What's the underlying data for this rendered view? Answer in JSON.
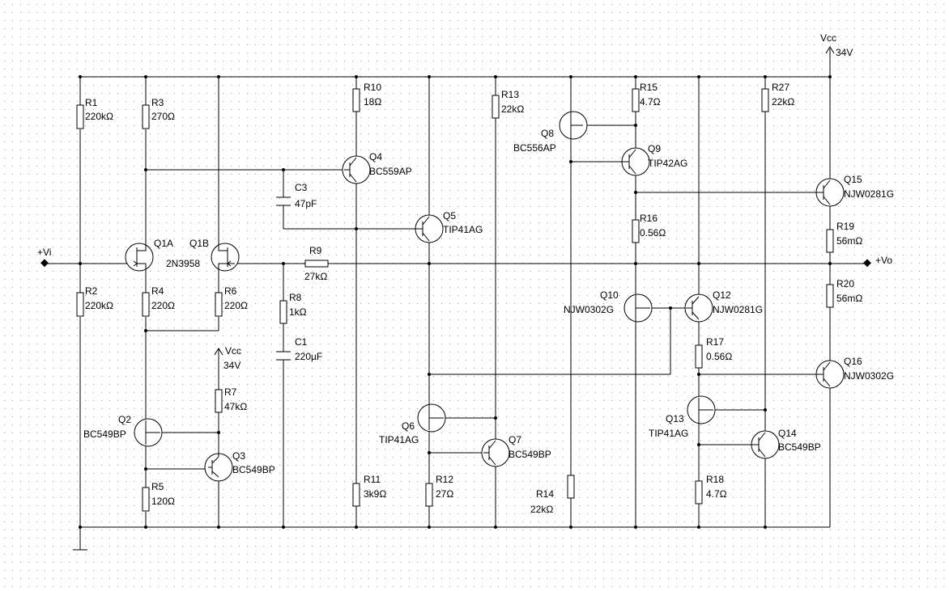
{
  "rails": {
    "vcc_name": "Vcc",
    "vcc_value": "34V"
  },
  "ports": {
    "input": "+Vi",
    "output": "+Vo"
  },
  "resistors": [
    {
      "ref": "R1",
      "value": "220kΩ"
    },
    {
      "ref": "R2",
      "value": "220kΩ"
    },
    {
      "ref": "R3",
      "value": "270Ω"
    },
    {
      "ref": "R4",
      "value": "220Ω"
    },
    {
      "ref": "R5",
      "value": "120Ω"
    },
    {
      "ref": "R6",
      "value": "220Ω"
    },
    {
      "ref": "R7",
      "value": "47kΩ"
    },
    {
      "ref": "R8",
      "value": "1kΩ"
    },
    {
      "ref": "R9",
      "value": "27kΩ"
    },
    {
      "ref": "R10",
      "value": "18Ω"
    },
    {
      "ref": "R11",
      "value": "3k9Ω"
    },
    {
      "ref": "R12",
      "value": "27Ω"
    },
    {
      "ref": "R13",
      "value": "22kΩ"
    },
    {
      "ref": "R14",
      "value": "22kΩ"
    },
    {
      "ref": "R15",
      "value": "4.7Ω"
    },
    {
      "ref": "R16",
      "value": "0.56Ω"
    },
    {
      "ref": "R17",
      "value": "0.56Ω"
    },
    {
      "ref": "R18",
      "value": "4.7Ω"
    },
    {
      "ref": "R19",
      "value": "56mΩ"
    },
    {
      "ref": "R20",
      "value": "56mΩ"
    },
    {
      "ref": "R27",
      "value": "22kΩ"
    }
  ],
  "capacitors": [
    {
      "ref": "C1",
      "value": "220µF"
    },
    {
      "ref": "C3",
      "value": "47pF"
    }
  ],
  "transistors": [
    {
      "ref": "Q1A",
      "value": ""
    },
    {
      "ref": "Q1B",
      "value": "2N3958"
    },
    {
      "ref": "Q2",
      "value": "BC549BP"
    },
    {
      "ref": "Q3",
      "value": "BC549BP"
    },
    {
      "ref": "Q4",
      "value": "BC559AP"
    },
    {
      "ref": "Q5",
      "value": "TIP41AG"
    },
    {
      "ref": "Q6",
      "value": "TIP41AG"
    },
    {
      "ref": "Q7",
      "value": "BC549BP"
    },
    {
      "ref": "Q8",
      "value": "BC556AP"
    },
    {
      "ref": "Q9",
      "value": "TIP42AG"
    },
    {
      "ref": "Q10",
      "value": "NJW0302G"
    },
    {
      "ref": "Q12",
      "value": "NJW0281G"
    },
    {
      "ref": "Q13",
      "value": "TIP41AG"
    },
    {
      "ref": "Q14",
      "value": "BC549BP"
    },
    {
      "ref": "Q15",
      "value": "NJW0281G"
    },
    {
      "ref": "Q16",
      "value": "NJW0302G"
    }
  ]
}
